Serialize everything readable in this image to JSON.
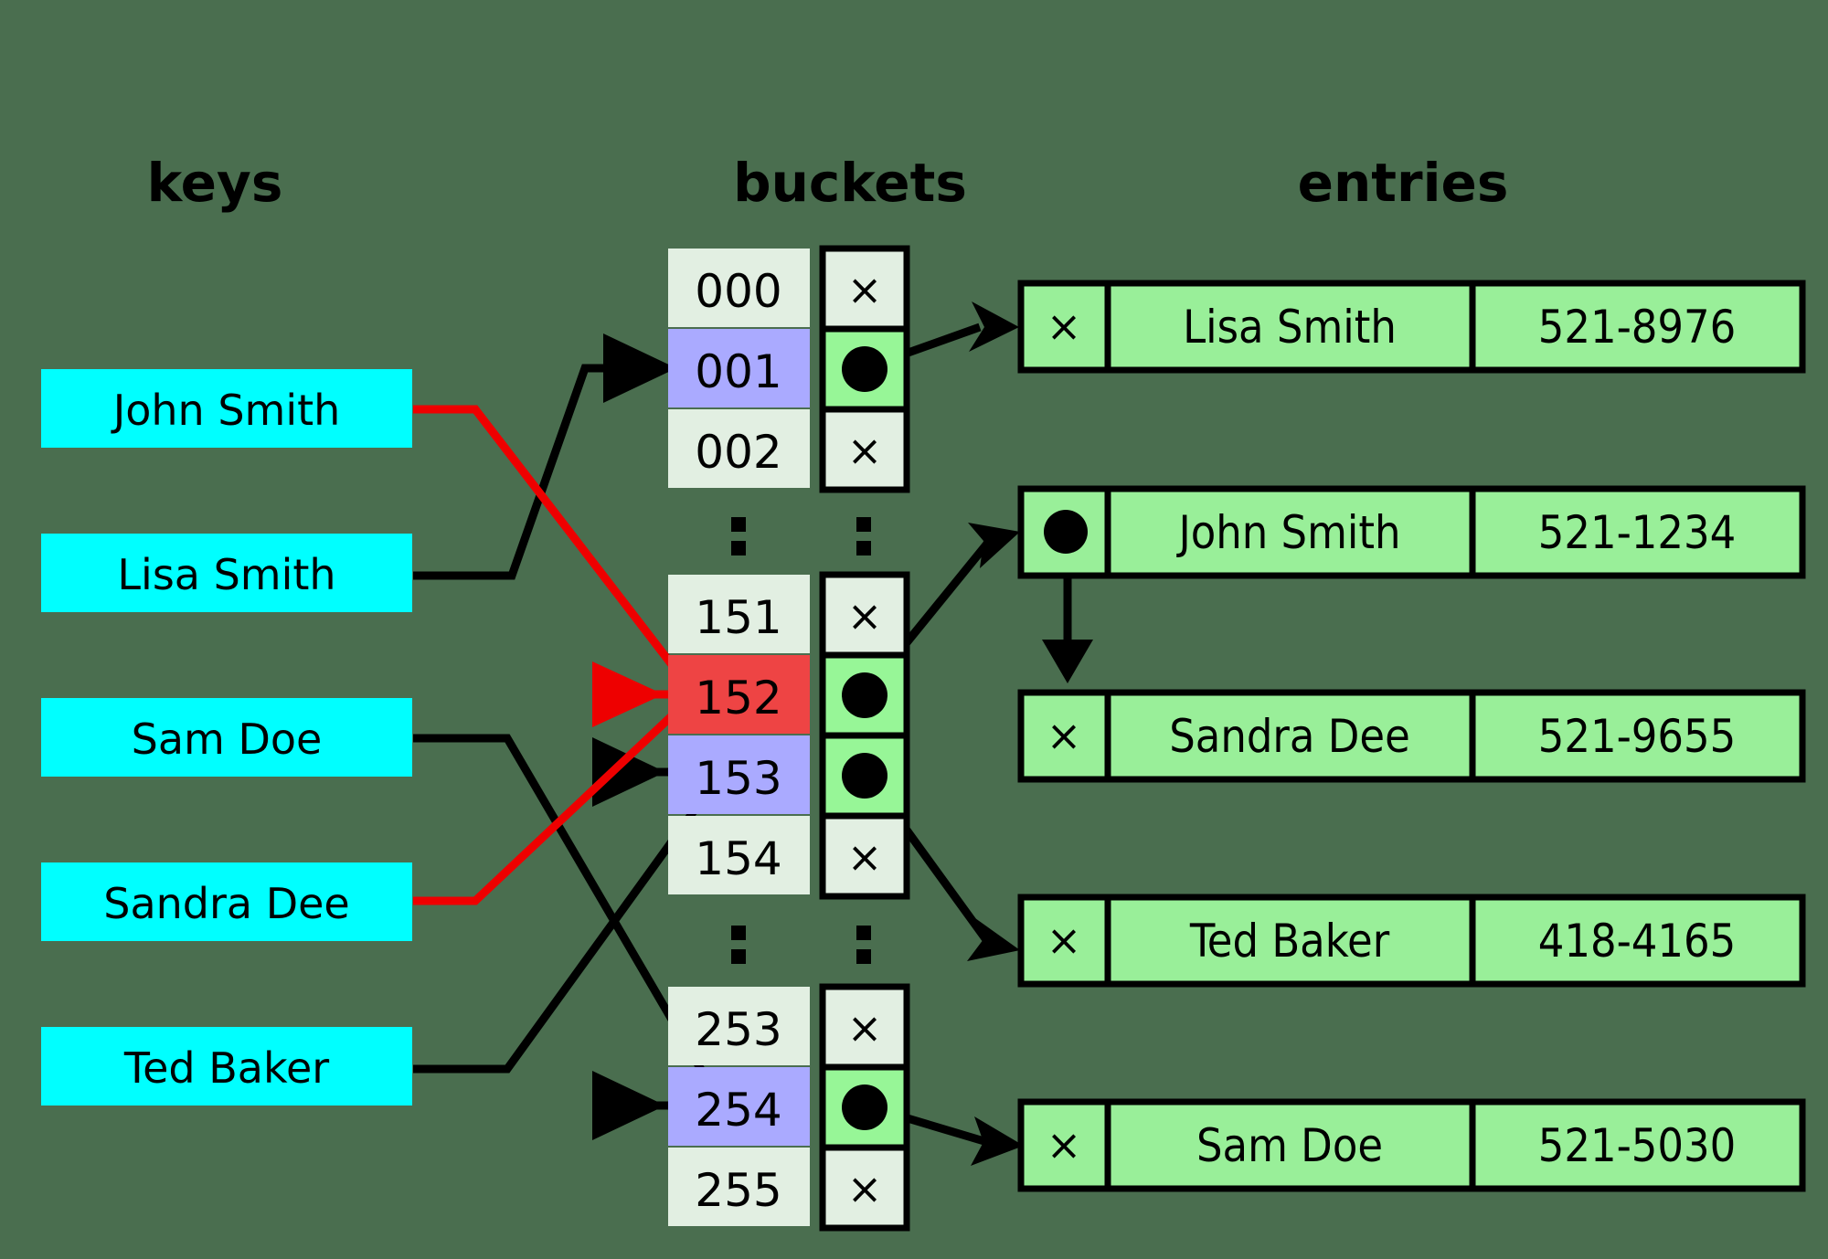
{
  "background_color": "#4a6e4f",
  "colors": {
    "key_box": "#00ffff",
    "bucket_normal": "#e2efe2",
    "bucket_highlight": "#aaaaff",
    "bucket_collision": "#ee4444",
    "pointer_filled": "#97f697",
    "entry_box": "#99ef99",
    "link_black": "#000000",
    "link_red": "#ee0000"
  },
  "headers": {
    "keys": "keys",
    "buckets": "buckets",
    "entries": "entries"
  },
  "keys": [
    {
      "label": "John Smith"
    },
    {
      "label": "Lisa Smith"
    },
    {
      "label": "Sam Doe"
    },
    {
      "label": "Sandra Dee"
    },
    {
      "label": "Ted Baker"
    }
  ],
  "buckets": [
    {
      "index": "000",
      "state": "normal",
      "pointer": "empty"
    },
    {
      "index": "001",
      "state": "highlight",
      "pointer": "filled"
    },
    {
      "index": "002",
      "state": "normal",
      "pointer": "empty"
    },
    {
      "index": "151",
      "state": "normal",
      "pointer": "empty"
    },
    {
      "index": "152",
      "state": "collision",
      "pointer": "filled"
    },
    {
      "index": "153",
      "state": "highlight",
      "pointer": "filled"
    },
    {
      "index": "154",
      "state": "normal",
      "pointer": "empty"
    },
    {
      "index": "253",
      "state": "normal",
      "pointer": "empty"
    },
    {
      "index": "254",
      "state": "highlight",
      "pointer": "filled"
    },
    {
      "index": "255",
      "state": "normal",
      "pointer": "empty"
    }
  ],
  "ellipsis_symbol": "vertical-ellipsis",
  "empty_pointer_symbol": "×",
  "entries": [
    {
      "pointer": "empty",
      "name": "Lisa Smith",
      "phone": "521-8976"
    },
    {
      "pointer": "filled",
      "name": "John Smith",
      "phone": "521-1234"
    },
    {
      "pointer": "empty",
      "name": "Sandra Dee",
      "phone": "521-9655"
    },
    {
      "pointer": "empty",
      "name": "Ted Baker",
      "phone": "418-4165"
    },
    {
      "pointer": "empty",
      "name": "Sam Doe",
      "phone": "521-5030"
    }
  ]
}
